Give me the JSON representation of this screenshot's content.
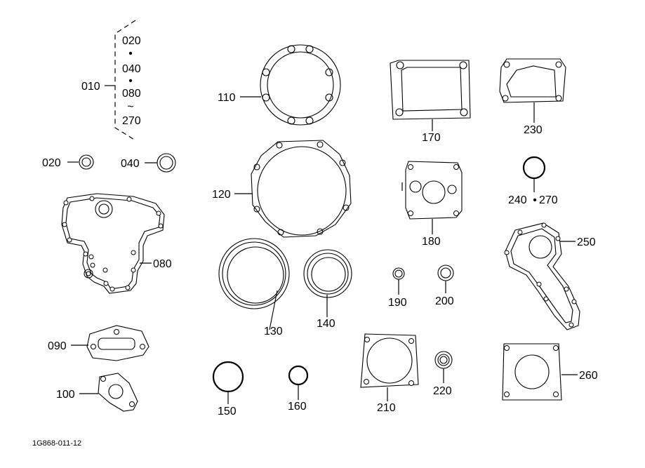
{
  "group": {
    "main": "010",
    "items": [
      "020",
      "040",
      "080",
      "270"
    ],
    "dot": "•",
    "tilde": "~"
  },
  "callouts": {
    "c020": "020",
    "c040": "040",
    "c080": "080",
    "c090": "090",
    "c100": "100",
    "c110": "110",
    "c120": "120",
    "c130": "130",
    "c140": "140",
    "c150": "150",
    "c160": "160",
    "c170": "170",
    "c180": "180",
    "c190": "190",
    "c200": "200",
    "c210": "210",
    "c220": "220",
    "c230": "230",
    "c240": "240",
    "c240_sep": "•",
    "c270": "270",
    "c250": "250",
    "c260": "260"
  },
  "figure_code": "1G868-011-12"
}
